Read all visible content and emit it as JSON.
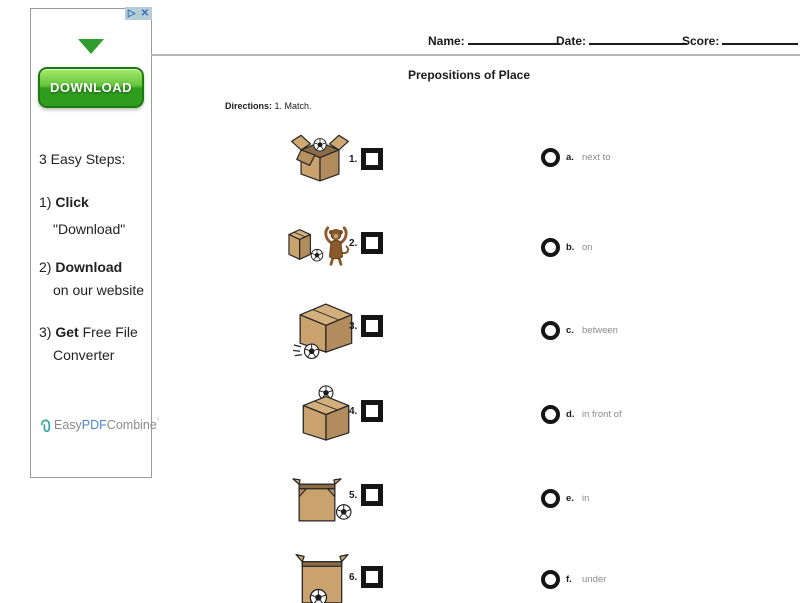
{
  "ad": {
    "adchoices_icon": "▷",
    "close_icon": "✕",
    "download_button": "DOWNLOAD",
    "steps_title": "3 Easy Steps:",
    "steps": [
      {
        "num": "1)",
        "bold": "Click",
        "rest": "",
        "line2": "\"Download\""
      },
      {
        "num": "2)",
        "bold": "Download",
        "rest": "",
        "line2": "on our website"
      },
      {
        "num": "3)",
        "bold": "Get",
        "rest": " Free File",
        "line2": "Converter"
      }
    ],
    "logo": {
      "easy": "Easy",
      "pdf": "PDF",
      "combine": "Combine",
      "mark": "’"
    }
  },
  "header": {
    "name_label": "Name:",
    "date_label": "Date:",
    "score_label": "Score:"
  },
  "worksheet": {
    "title": "Prepositions of Place",
    "directions_label": "Directions:",
    "directions_text": "1. Match.",
    "items": [
      {
        "number": "1.",
        "illustration": "ball-in-open-box"
      },
      {
        "number": "2.",
        "illustration": "ball-between-box-and-monkey"
      },
      {
        "number": "3.",
        "illustration": "ball-under-box"
      },
      {
        "number": "4.",
        "illustration": "ball-on-box"
      },
      {
        "number": "5.",
        "illustration": "ball-next-to-box"
      },
      {
        "number": "6.",
        "illustration": "ball-in-front-of-box"
      }
    ],
    "answers": [
      {
        "letter": "a.",
        "label": "next to"
      },
      {
        "letter": "b.",
        "label": "on"
      },
      {
        "letter": "c.",
        "label": "between"
      },
      {
        "letter": "d.",
        "label": "in front of"
      },
      {
        "letter": "e.",
        "label": "in"
      },
      {
        "letter": "f.",
        "label": "under"
      }
    ]
  },
  "colors": {
    "button_green": "#2e9c1c",
    "arrow_green": "#2f9e2f",
    "logo_teal": "#3aaa9e",
    "logo_blue": "#4a86d8",
    "logo_gray": "#8a8a8a",
    "cardboard": "#c9a26e",
    "ink": "#1a1a1a",
    "answer_label_gray": "#8a8a8a"
  }
}
